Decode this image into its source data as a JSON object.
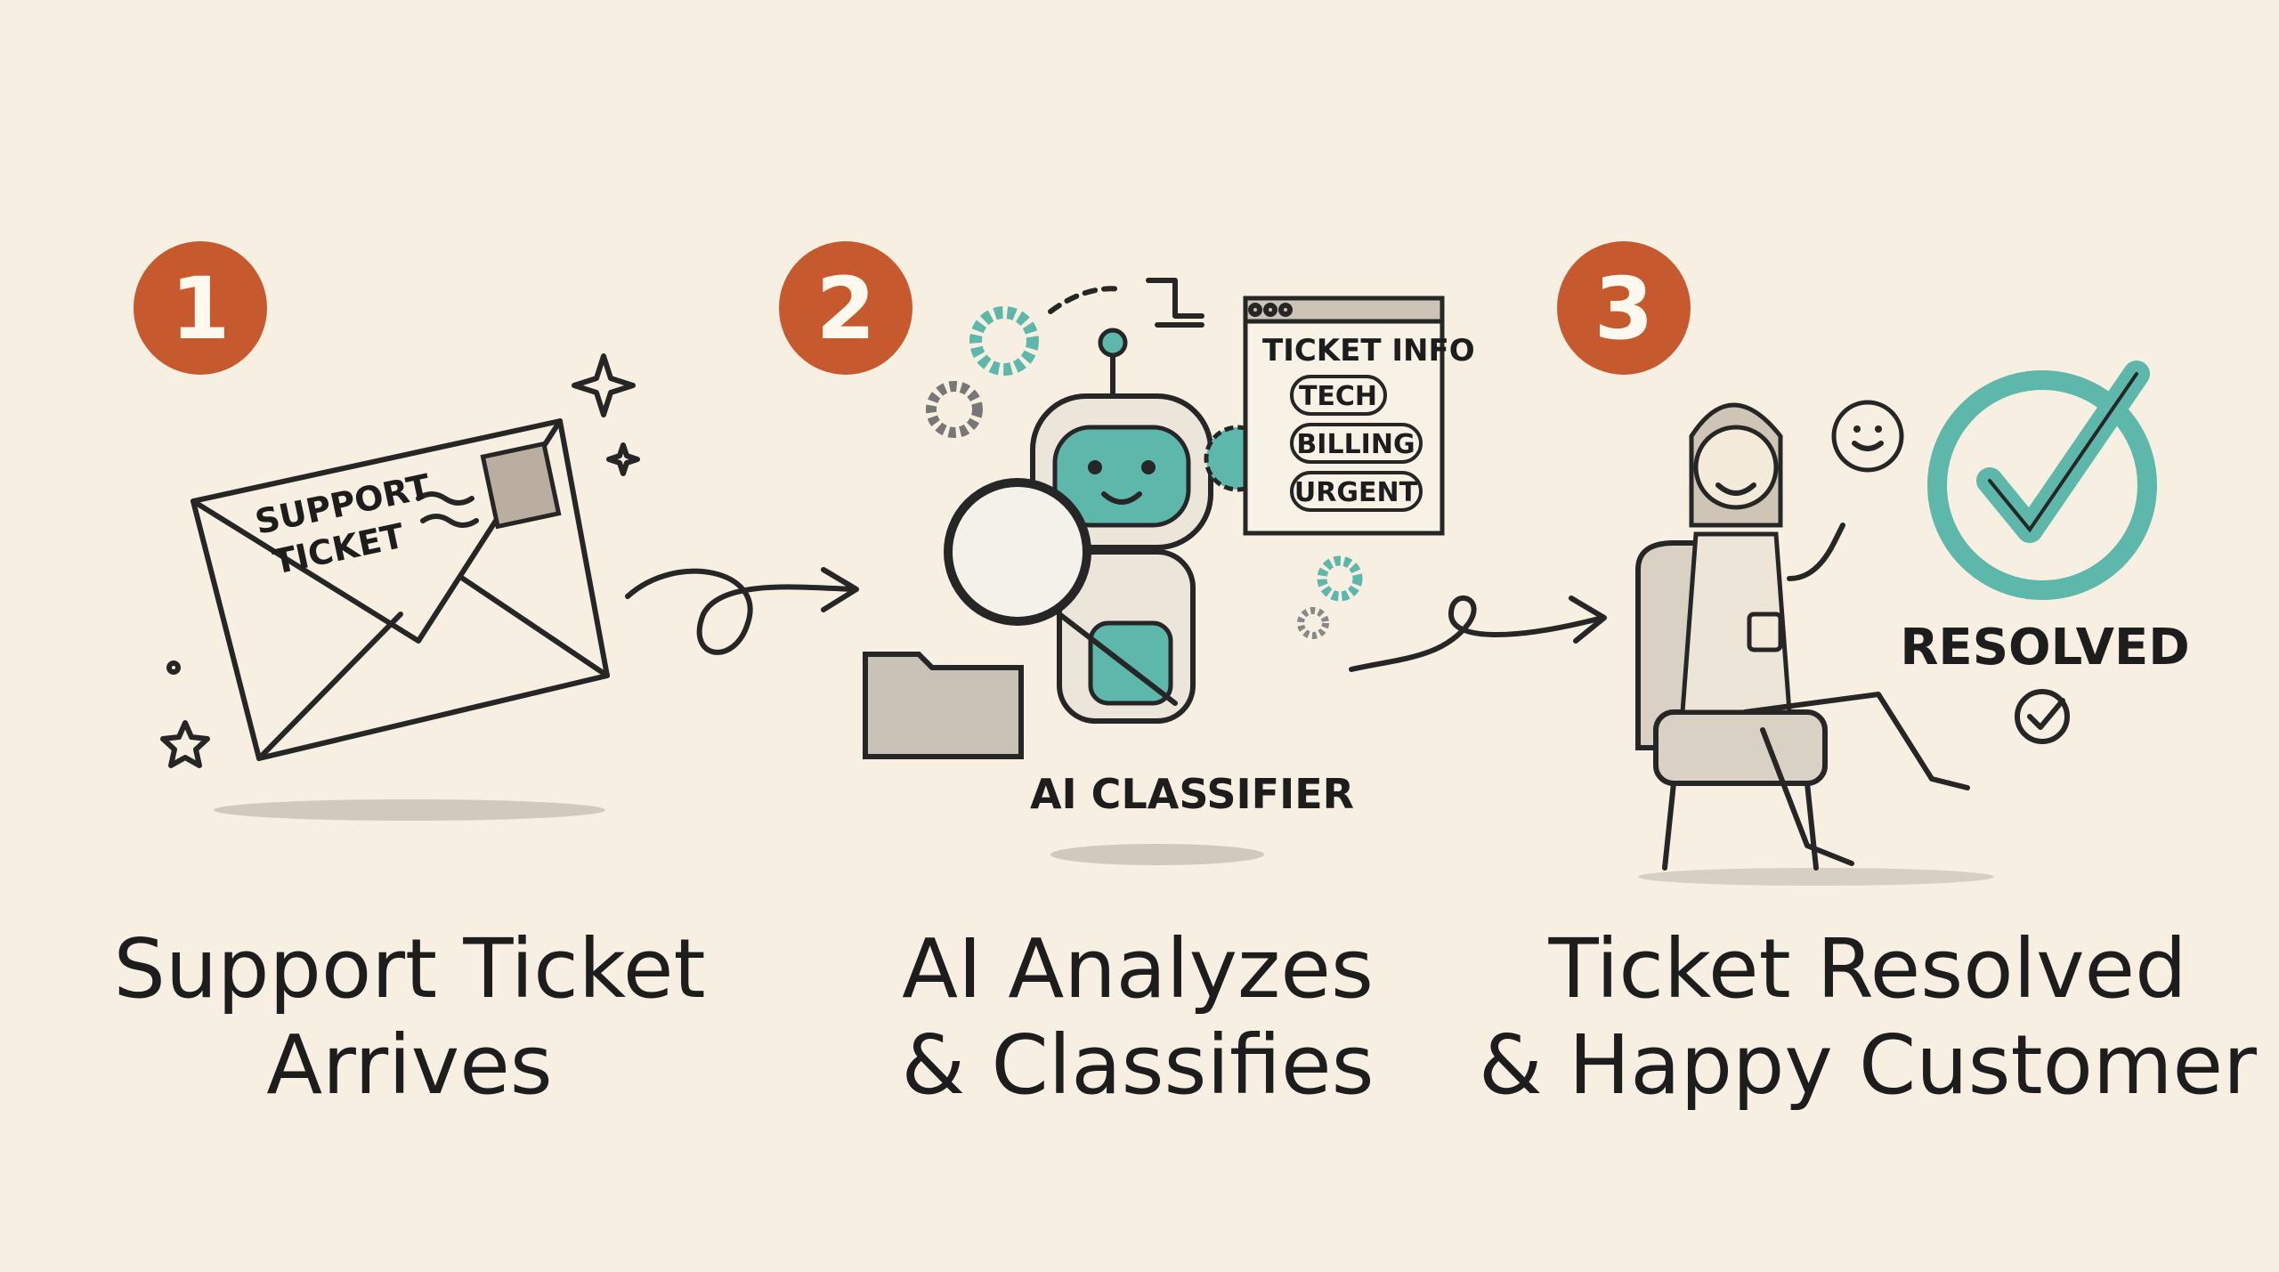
{
  "colors": {
    "background": "#f7efe1",
    "step_badge": "#c65a2e",
    "accent_teal": "#5db7aa",
    "ink": "#262626"
  },
  "steps": [
    {
      "number": "1",
      "title_line1": "Support Ticket",
      "title_line2": "Arrives",
      "illustration": {
        "envelope_text_line1": "SUPPORT",
        "envelope_text_line2": "TICKET"
      }
    },
    {
      "number": "2",
      "title_line1": "AI Analyzes",
      "title_line2": "& Classifies",
      "illustration": {
        "robot_label": "AI CLASSIFIER",
        "panel_title": "TICKET INFO",
        "tags": [
          "TECH",
          "BILLING",
          "URGENT"
        ]
      }
    },
    {
      "number": "3",
      "title_line1": "Ticket Resolved",
      "title_line2": "& Happy Customer",
      "illustration": {
        "status_label": "RESOLVED"
      }
    }
  ],
  "icons": [
    "envelope-icon",
    "sparkle-icon",
    "arrow-icon",
    "robot-icon",
    "magnifier-icon",
    "gear-icon",
    "folder-icon",
    "smiley-icon",
    "checkmark-icon"
  ]
}
